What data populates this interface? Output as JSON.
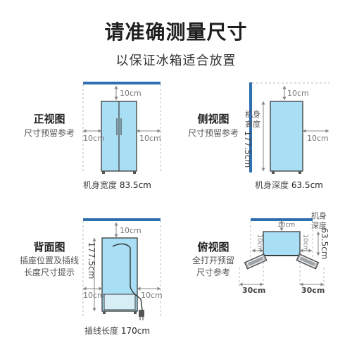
{
  "header": {
    "title": "请准确测量尺寸",
    "subtitle": "以保证冰箱适合放置"
  },
  "views": {
    "front": {
      "name": "正视图",
      "desc": "尺寸预留参考",
      "top_gap": "10cm",
      "left_gap": "10cm",
      "right_gap": "10cm",
      "measure_label": "机身宽度",
      "measure_value": "83.5cm"
    },
    "side": {
      "name": "侧视图",
      "desc": "尺寸预留参考",
      "top_gap": "10cm",
      "right_gap": "10cm",
      "height_label_1": "机身",
      "height_label_2": "高度",
      "height_value": "177.5cm",
      "measure_label": "机身深度",
      "measure_value": "63.5cm"
    },
    "back": {
      "name": "背面图",
      "desc_1": "插座位置及插线",
      "desc_2": "长度尺寸提示",
      "top_gap": "10cm",
      "height_value": "177.5cm",
      "left_gap": "10cm",
      "right_gap": "10cm",
      "measure_label": "插线长度",
      "measure_value": "170cm"
    },
    "top": {
      "name": "俯视图",
      "desc_1": "全打开预留",
      "desc_2": "尺寸参考",
      "top_gap": "10cm",
      "left_gap": "10cm",
      "right_gap": "10cm",
      "depth_label_1": "机身",
      "depth_label_2": "深度",
      "depth_value": "63.5cm",
      "door_left": "30cm",
      "door_right": "30cm"
    }
  },
  "colors": {
    "wall": "#2f6fb0",
    "fridge_fill": "#a9dff4",
    "fridge_stroke": "#3c3c3c",
    "door_fill": "#9fa4a8"
  }
}
